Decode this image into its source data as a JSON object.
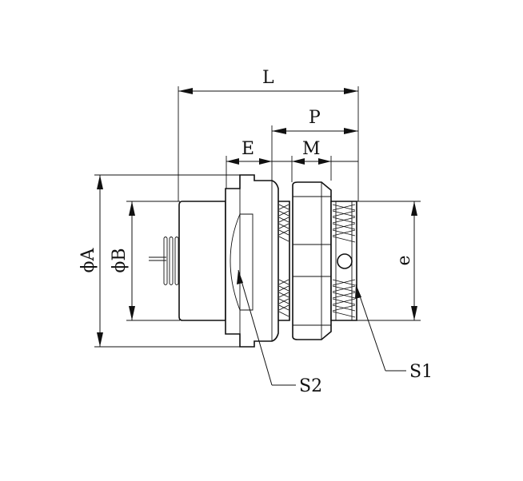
{
  "labels": {
    "L": "L",
    "P": "P",
    "E": "E",
    "M": "M",
    "phiA": "ϕA",
    "phiB": "ϕB",
    "e": "e",
    "S1": "S1",
    "S2": "S2"
  }
}
